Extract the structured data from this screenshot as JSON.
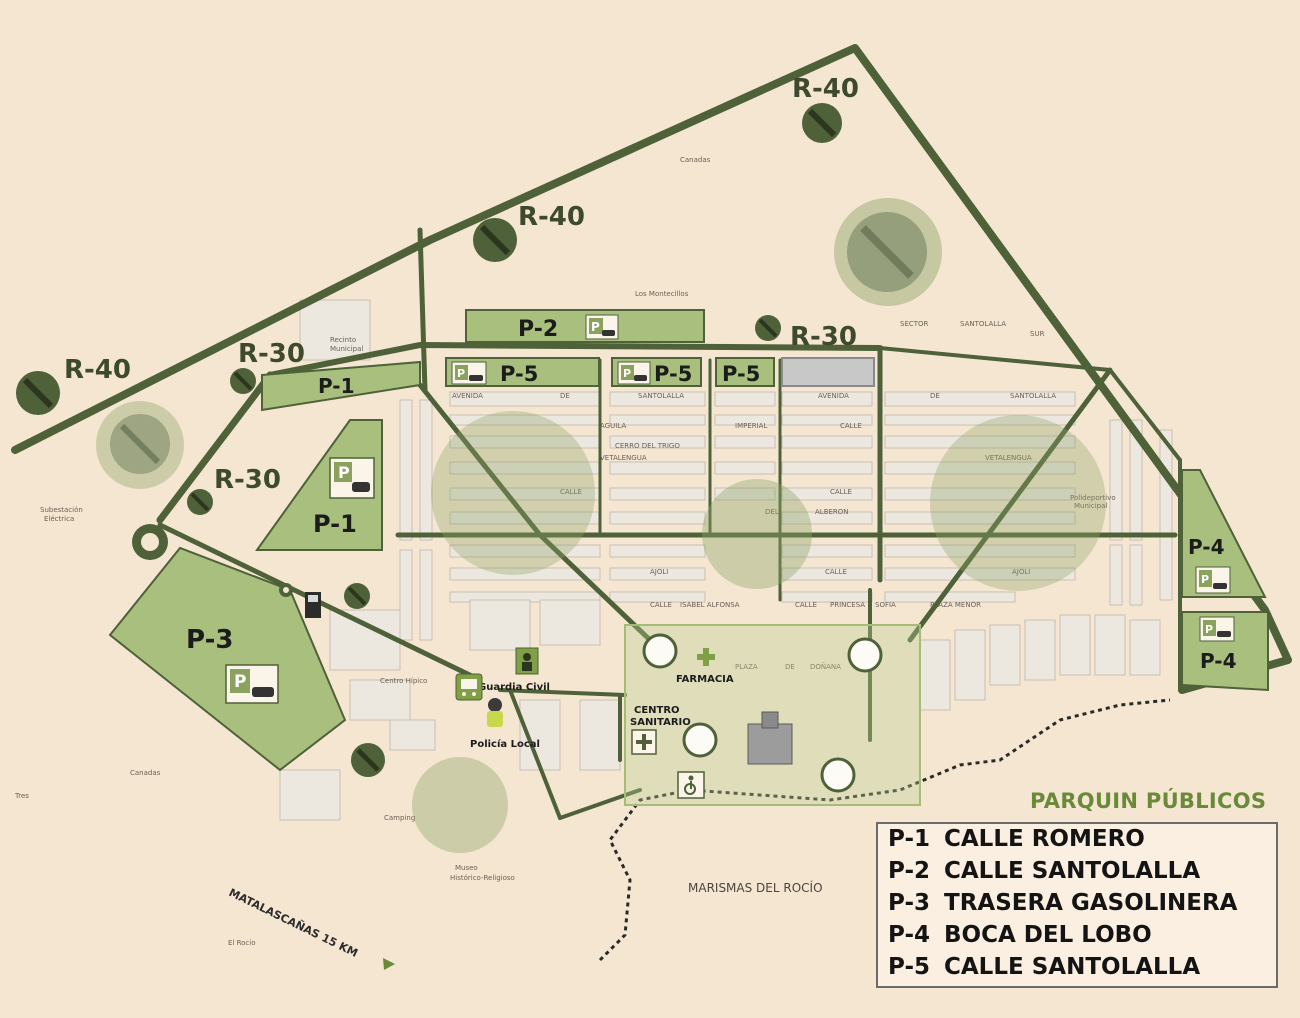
{
  "colors": {
    "background": "#f5e6d2",
    "road": "#4e6139",
    "parking_fill": "#a9bf7e",
    "parking_border": "#4e6139",
    "restricted_zone": "#9aad7a",
    "block": "#e9e6df",
    "legend_title": "#6a8a3a"
  },
  "speed_zones": {
    "r40_top": "R-40",
    "r40_mid": "R-40",
    "r40_left": "R-40",
    "r30_top": "R-30",
    "r30_left": "R-30",
    "r30_mid": "R-30"
  },
  "parking_lots": {
    "p1_strip": "P-1",
    "p1_main": "P-1",
    "p2": "P-2",
    "p3": "P-3",
    "p4_upper": "P-4",
    "p4_lower": "P-4",
    "p5_left": "P-5",
    "p5_mid": "P-5",
    "p5_right": "P-5"
  },
  "pois": {
    "farmacia": "FARMACIA",
    "centro_sanitario_1": "CENTRO",
    "centro_sanitario_2": "SANITARIO",
    "guardia_civil": "Guardia Civil",
    "policia_local": "Policía Local"
  },
  "places": {
    "marismas": "MARISMAS DEL ROCÍO",
    "matalascanas": "MATALASCAÑAS 15 KM"
  },
  "legend": {
    "title": "PARQUIN PÚBLICOS",
    "items": [
      {
        "code": "P-1",
        "name": "CALLE ROMERO"
      },
      {
        "code": "P-2",
        "name": "CALLE SANTOLALLA"
      },
      {
        "code": "P-3",
        "name": "TRASERA GASOLINERA"
      },
      {
        "code": "P-4",
        "name": "BOCA DEL LOBO"
      },
      {
        "code": "P-5",
        "name": "CALLE SANTOLALLA"
      }
    ]
  }
}
